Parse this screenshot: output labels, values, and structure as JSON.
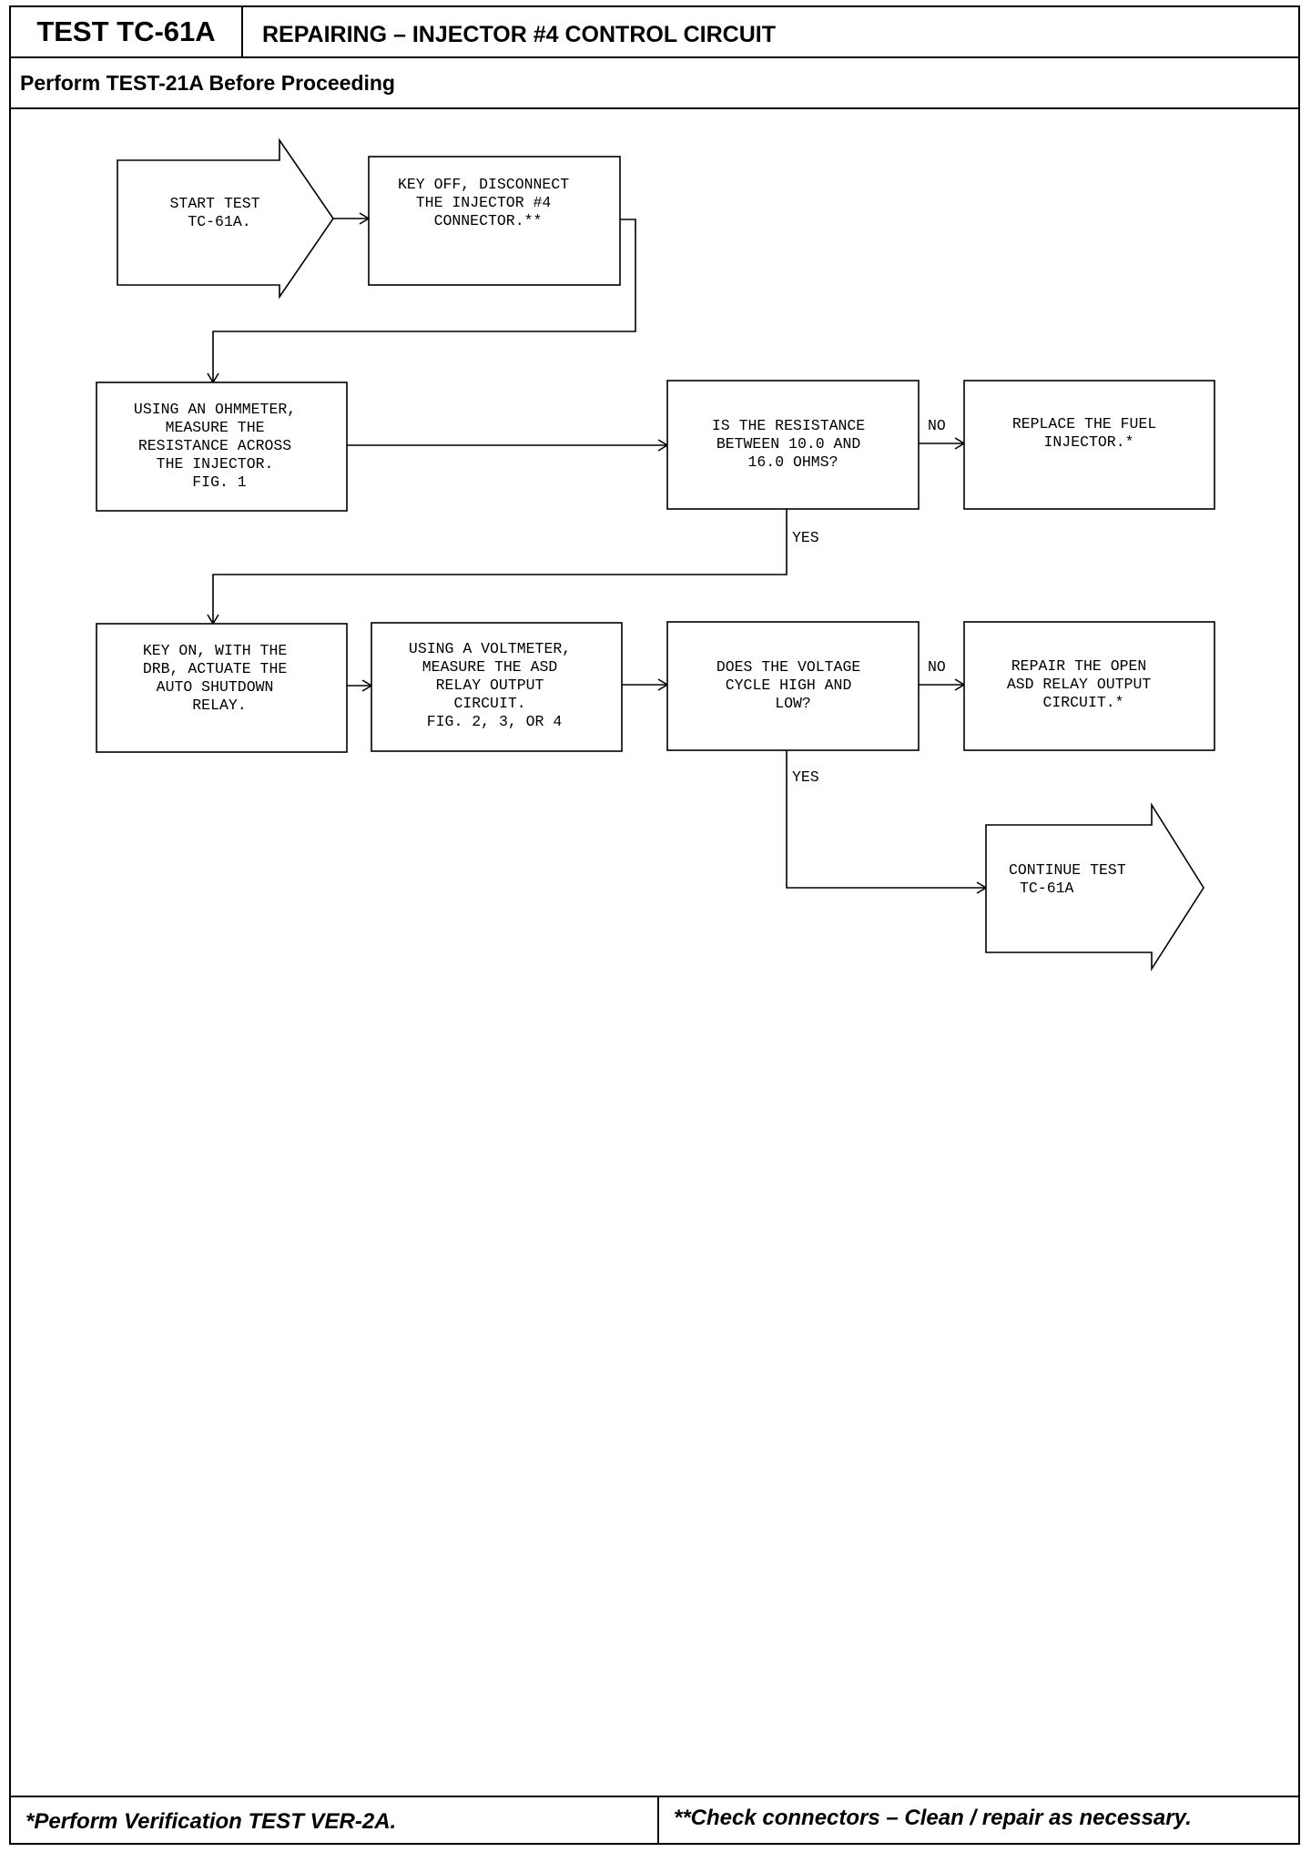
{
  "header": {
    "test_id": "TEST TC-61A",
    "title": "REPAIRING – INJECTOR #4 CONTROL CIRCUIT",
    "prerequisite": "Perform TEST-21A Before Proceeding"
  },
  "flowchart": {
    "start": [
      "START TEST",
      "TC-61A."
    ],
    "step_disconnect": [
      "KEY OFF, DISCONNECT",
      "THE INJECTOR #4",
      "CONNECTOR.**"
    ],
    "step_ohmmeter": [
      "USING AN OHMMETER,",
      "MEASURE THE",
      "RESISTANCE ACROSS",
      "THE INJECTOR.",
      "FIG. 1"
    ],
    "decision_resistance": [
      "IS THE RESISTANCE",
      "BETWEEN 10.0 AND",
      "16.0 OHMS?"
    ],
    "action_replace": [
      "REPLACE THE FUEL",
      "INJECTOR.*"
    ],
    "step_actuate": [
      "KEY ON, WITH THE",
      "DRB, ACTUATE THE",
      "AUTO SHUTDOWN",
      "RELAY."
    ],
    "step_voltmeter": [
      "USING A VOLTMETER,",
      "MEASURE THE ASD",
      "RELAY OUTPUT",
      "CIRCUIT.",
      "FIG. 2, 3, OR 4"
    ],
    "decision_voltage": [
      "DOES THE VOLTAGE",
      "CYCLE HIGH AND",
      "LOW?"
    ],
    "action_repair": [
      "REPAIR THE OPEN",
      "ASD RELAY OUTPUT",
      "CIRCUIT.*"
    ],
    "continue": [
      "CONTINUE TEST",
      "TC-61A"
    ],
    "labels": {
      "no": "NO",
      "yes": "YES"
    }
  },
  "footer": {
    "left": "*Perform Verification TEST VER-2A.",
    "right": "**Check connectors – Clean / repair as necessary."
  }
}
